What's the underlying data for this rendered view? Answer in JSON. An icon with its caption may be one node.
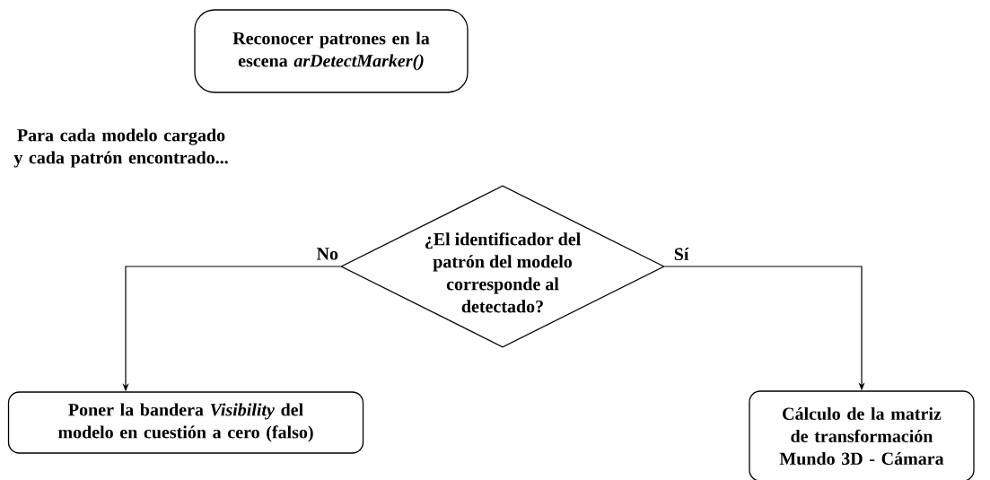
{
  "diagram": {
    "nodes": [
      {
        "text": [
          "Reconocer patrones en la escena *arDetectMarker()*"
        ]
      },
      {
        "text": [
          "¿El identificador del patrón del modelo corresponde al detectado?"
        ]
      },
      {
        "text": [
          "Poner la bandera *Visibility* del modelo en cuestión a cero (falso)"
        ]
      },
      {
        "text": [
          "Cálculo de la matriz de transformación Mundo 3D - Cámara"
        ]
      }
    ],
    "edges": [
      {
        "from": 1,
        "to": 2,
        "arrow": "to",
        "label": "No"
      },
      {
        "from": 1,
        "to": 3,
        "arrow": "to",
        "label": "Sí"
      }
    ],
    "labels": [
      "Para cada modelo cargado y cada patrón encontrado..."
    ]
  }
}
